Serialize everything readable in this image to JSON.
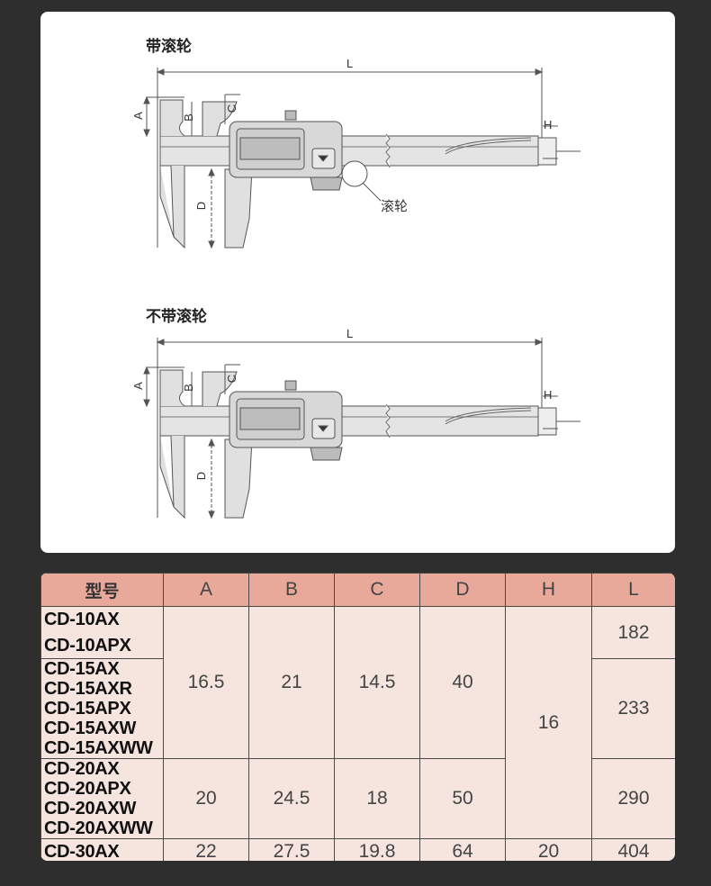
{
  "drawings": [
    {
      "title": "带滚轮",
      "labels": {
        "l": "L",
        "a": "A",
        "b": "B",
        "c": "C",
        "d": "D",
        "h": "H",
        "roller": "滚轮"
      }
    },
    {
      "title": "不带滚轮",
      "labels": {
        "l": "L",
        "a": "A",
        "b": "B",
        "c": "C",
        "d": "D",
        "h": "H"
      }
    }
  ],
  "table": {
    "headers": [
      "型号",
      "A",
      "B",
      "C",
      "D",
      "H",
      "L"
    ],
    "groups": [
      {
        "models": [
          "CD-10AX",
          "CD-10APX"
        ],
        "L": "182"
      },
      {
        "models": [
          "CD-15AX",
          "CD-15AXR",
          "CD-15APX",
          "CD-15AXW",
          "CD-15AXWW"
        ],
        "L": "233"
      },
      {
        "models": [
          "CD-20AX",
          "CD-20APX",
          "CD-20AXW",
          "CD-20AXWW"
        ],
        "A": "20",
        "B": "24.5",
        "C": "18",
        "D": "50",
        "L": "290"
      },
      {
        "models": [
          "CD-30AX"
        ],
        "A": "22",
        "B": "27.5",
        "C": "19.8",
        "D": "64",
        "H": "20",
        "L": "404"
      }
    ],
    "shared_10_15": {
      "A": "16.5",
      "B": "21",
      "C": "14.5",
      "D": "40"
    },
    "shared_10_20": {
      "H": "16"
    }
  }
}
